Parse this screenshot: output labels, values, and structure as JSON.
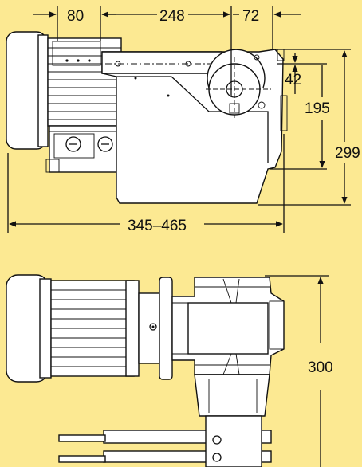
{
  "colors": {
    "background": "#fce992",
    "body_fill": "#ffffff",
    "line": "#111111"
  },
  "side_view": {
    "dim_motor_width": "80",
    "dim_body_length": "248",
    "dim_head_length": "72",
    "dim_shaft_offset": "42",
    "dim_shaft_height": "195",
    "dim_total_height": "299",
    "dim_total_length": "345–465"
  },
  "top_view": {
    "dim_total_depth": "300"
  }
}
